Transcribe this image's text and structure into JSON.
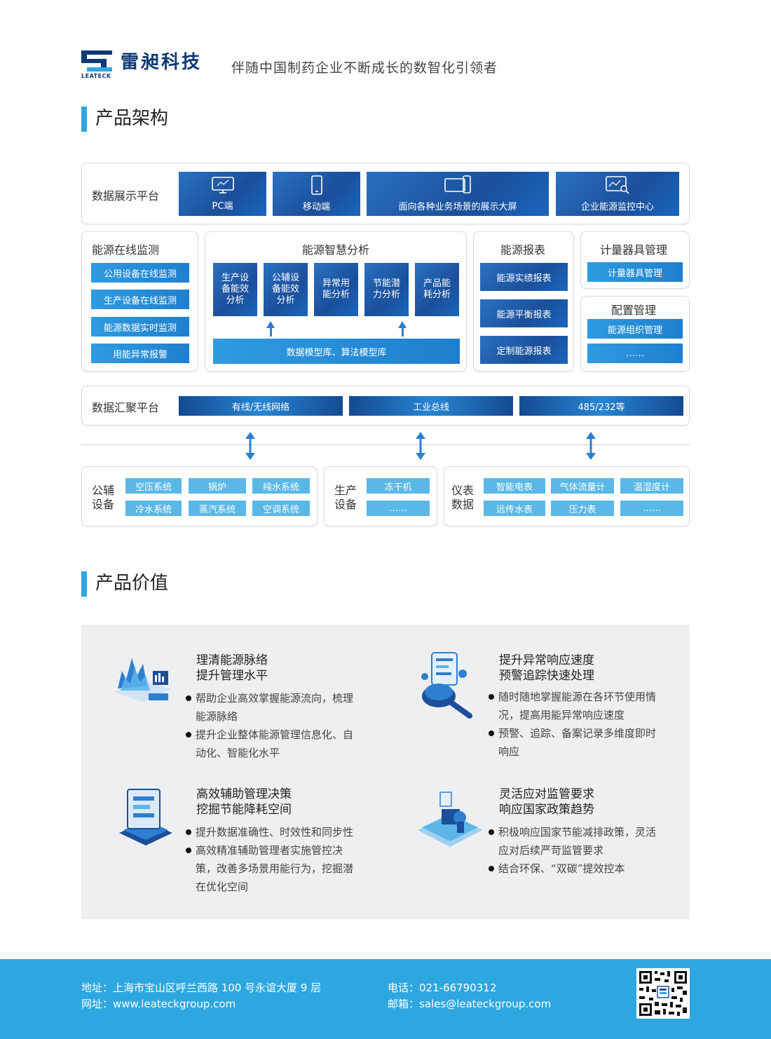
{
  "header": {
    "logo_cn": "雷昶科技",
    "logo_en": "LEATECK",
    "slogan": "伴随中国制药企业不断成长的数智化引领者"
  },
  "sections": {
    "architecture": "产品架构",
    "value": "产品价值"
  },
  "architecture": {
    "display_platform": {
      "label": "数据展示平台",
      "items": [
        {
          "label": "PC端",
          "icon": "monitor-icon"
        },
        {
          "label": "移动端",
          "icon": "mobile-icon"
        },
        {
          "label": "面向各种业务场景的展示大屏",
          "icon": "screen-icon"
        },
        {
          "label": "企业能源监控中心",
          "icon": "monitor-chart-icon"
        }
      ]
    },
    "online_monitor": {
      "label": "能源在线监测",
      "items": [
        "公用设备在线监测",
        "生产设备在线监测",
        "能源数据实时监测",
        "用能异常报警"
      ]
    },
    "smart_analysis": {
      "label": "能源智慧分析",
      "items": [
        "生产设\n备能效\n分析",
        "公辅设\n备能效\n分析",
        "异常用\n能分析",
        "节能潜\n力分析",
        "产品能\n耗分析"
      ],
      "base": "数据模型库、算法模型库"
    },
    "reports": {
      "label": "能源报表",
      "items": [
        "能源实绩报表",
        "能源平衡报表",
        "定制能源报表"
      ]
    },
    "meter": {
      "label": "计量器具管理",
      "items": [
        "计量器具管理"
      ]
    },
    "config": {
      "label": "配置管理",
      "items": [
        "能源组织管理",
        "……"
      ]
    },
    "aggregation": {
      "label": "数据汇聚平台",
      "items": [
        "有线/无线网络",
        "工业总线",
        "485/232等"
      ]
    },
    "public_equipment": {
      "label": "公辅\n设备",
      "items": [
        "空压系统",
        "锅炉",
        "纯水系统",
        "冷水系统",
        "蒸汽系统",
        "空调系统"
      ]
    },
    "production_equipment": {
      "label": "生产\n设备",
      "items": [
        "冻干机",
        "……"
      ]
    },
    "instrument_data": {
      "label": "仪表\n数据",
      "items": [
        "智能电表",
        "气体流量计",
        "温湿度计",
        "远传水表",
        "压力表",
        "……"
      ]
    }
  },
  "values": [
    {
      "icon": "chart-analysis-icon",
      "title": "理清能源脉络\n提升管理水平",
      "bullets": [
        "帮助企业高效掌握能源流向，梳理能源脉络",
        "提升企业整体能源管理信息化、自动化、智能化水平"
      ]
    },
    {
      "icon": "magnifier-alert-icon",
      "title": "提升异常响应速度\n预警追踪快速处理",
      "bullets": [
        "随时随地掌握能源在各环节使用情况，提高用能异常响应速度",
        "预警、追踪、备案记录多维度即时响应"
      ]
    },
    {
      "icon": "decision-screen-icon",
      "title": "高效辅助管理决策\n挖掘节能降耗空间",
      "bullets": [
        "提升数据准确性、时效性和同步性",
        "高效精准辅助管理者实施管控决策，改善多场景用能行为，挖掘潜在优化空间"
      ]
    },
    {
      "icon": "regulation-icon",
      "title": "灵活应对监管要求\n响应国家政策趋势",
      "bullets": [
        "积极响应国家节能减排政策，灵活应对后续严苛监管要求",
        "结合环保、“双碳”提效控本"
      ]
    }
  ],
  "footer": {
    "address": "地址：上海市宝山区呼兰西路 100 号永谊大厦 9 层",
    "website": "网址：www.leateckgroup.com",
    "phone": "电话：021-66790312",
    "email": "邮箱：sales@leateckgroup.com"
  },
  "colors": {
    "accent": "#2ea7e0",
    "brand": "#0d3a73",
    "block": "#1b4f9a"
  }
}
